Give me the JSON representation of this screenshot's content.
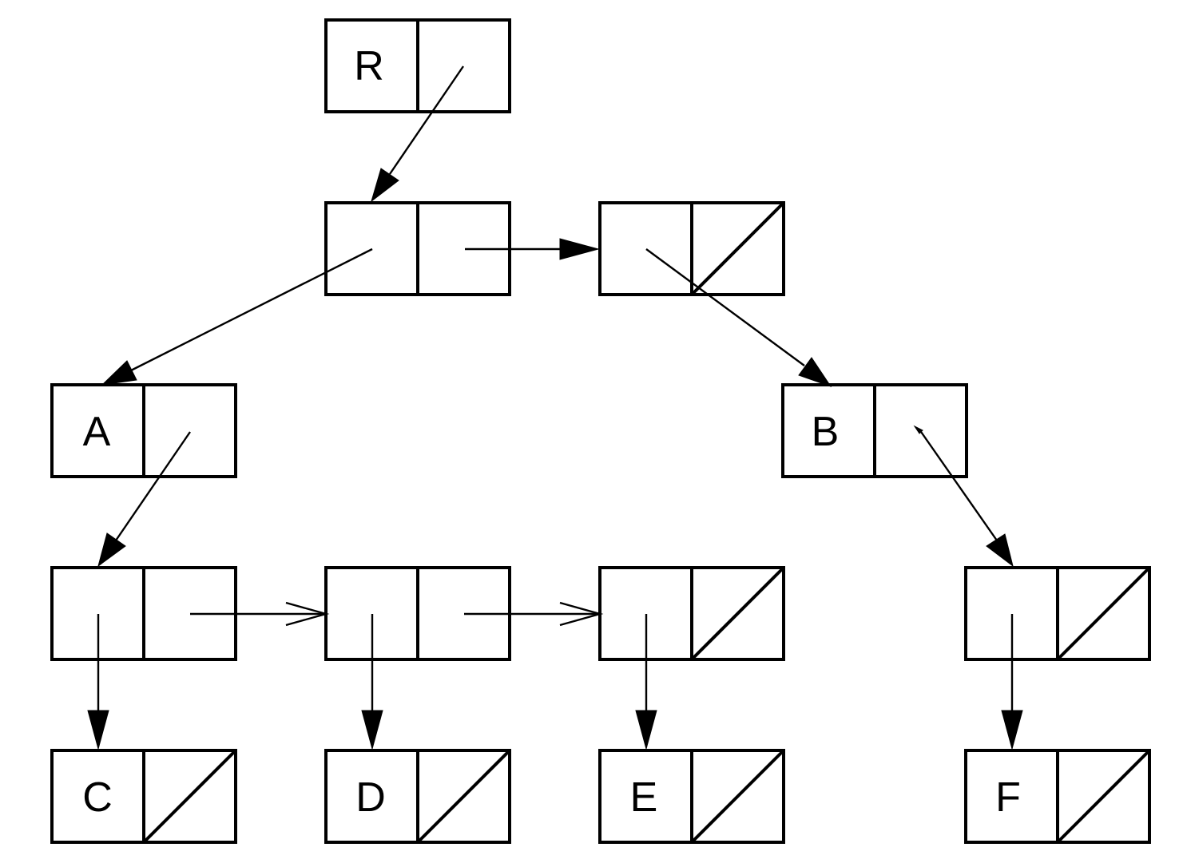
{
  "labels": {
    "R": "R",
    "A": "A",
    "B": "B",
    "C": "C",
    "D": "D",
    "E": "E",
    "F": "F"
  },
  "colors": {
    "stroke": "#000000",
    "background": "#ffffff"
  }
}
